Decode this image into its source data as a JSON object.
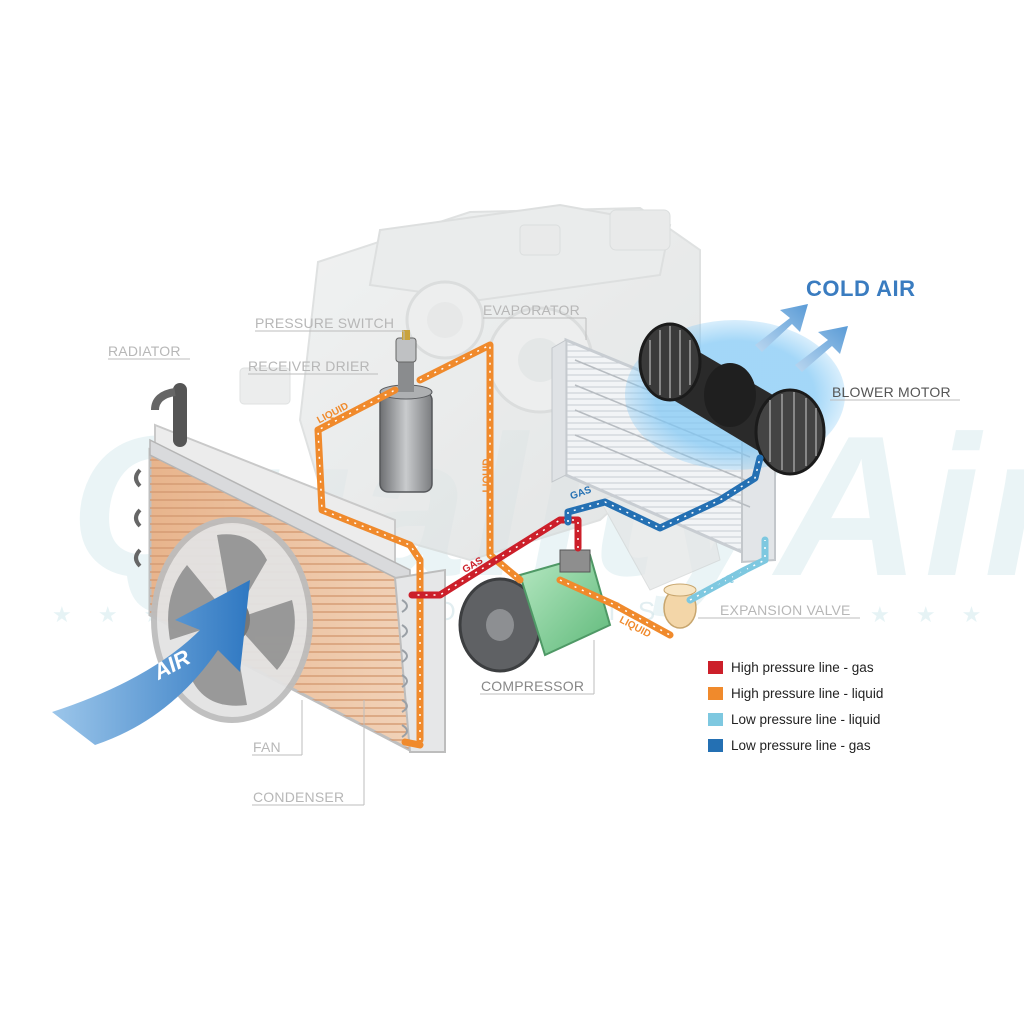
{
  "watermark": {
    "brand": "QualityAir",
    "sub": "AUTO PARTS",
    "stars": "★ ★ ★"
  },
  "labels": {
    "radiator": "RADIATOR",
    "pressure_switch": "PRESSURE SWITCH",
    "receiver_drier": "RECEIVER DRIER",
    "evaporator": "EVAPORATOR",
    "blower_motor": "BLOWER MOTOR",
    "expansion_valve": "EXPANSION VALVE",
    "compressor": "COMPRESSOR",
    "fan": "FAN",
    "condenser": "CONDENSER",
    "cold_air": "COLD AIR",
    "air": "AIR"
  },
  "pipe_labels": {
    "liquid_left": "LIQUID",
    "liquid_drop": "LIQUID",
    "gas_high": "GAS",
    "gas_low": "GAS",
    "liquid_expansion": "LIQUID",
    "liquid_bottom": "LIQUID"
  },
  "legend": [
    {
      "label": "High pressure line - gas",
      "color": "#cc1f2a"
    },
    {
      "label": "High pressure line - liquid",
      "color": "#f08a2c"
    },
    {
      "label": "Low pressure line - liquid",
      "color": "#7ec8e0"
    },
    {
      "label": "Low pressure line -  gas",
      "color": "#2470b3"
    }
  ],
  "colors": {
    "high_gas": "#cc1f2a",
    "high_liquid": "#f08a2c",
    "low_liquid": "#7ec8e0",
    "low_gas": "#2470b3",
    "air_arrow": "#3f86cc",
    "compressor": "#8fd6a3"
  }
}
